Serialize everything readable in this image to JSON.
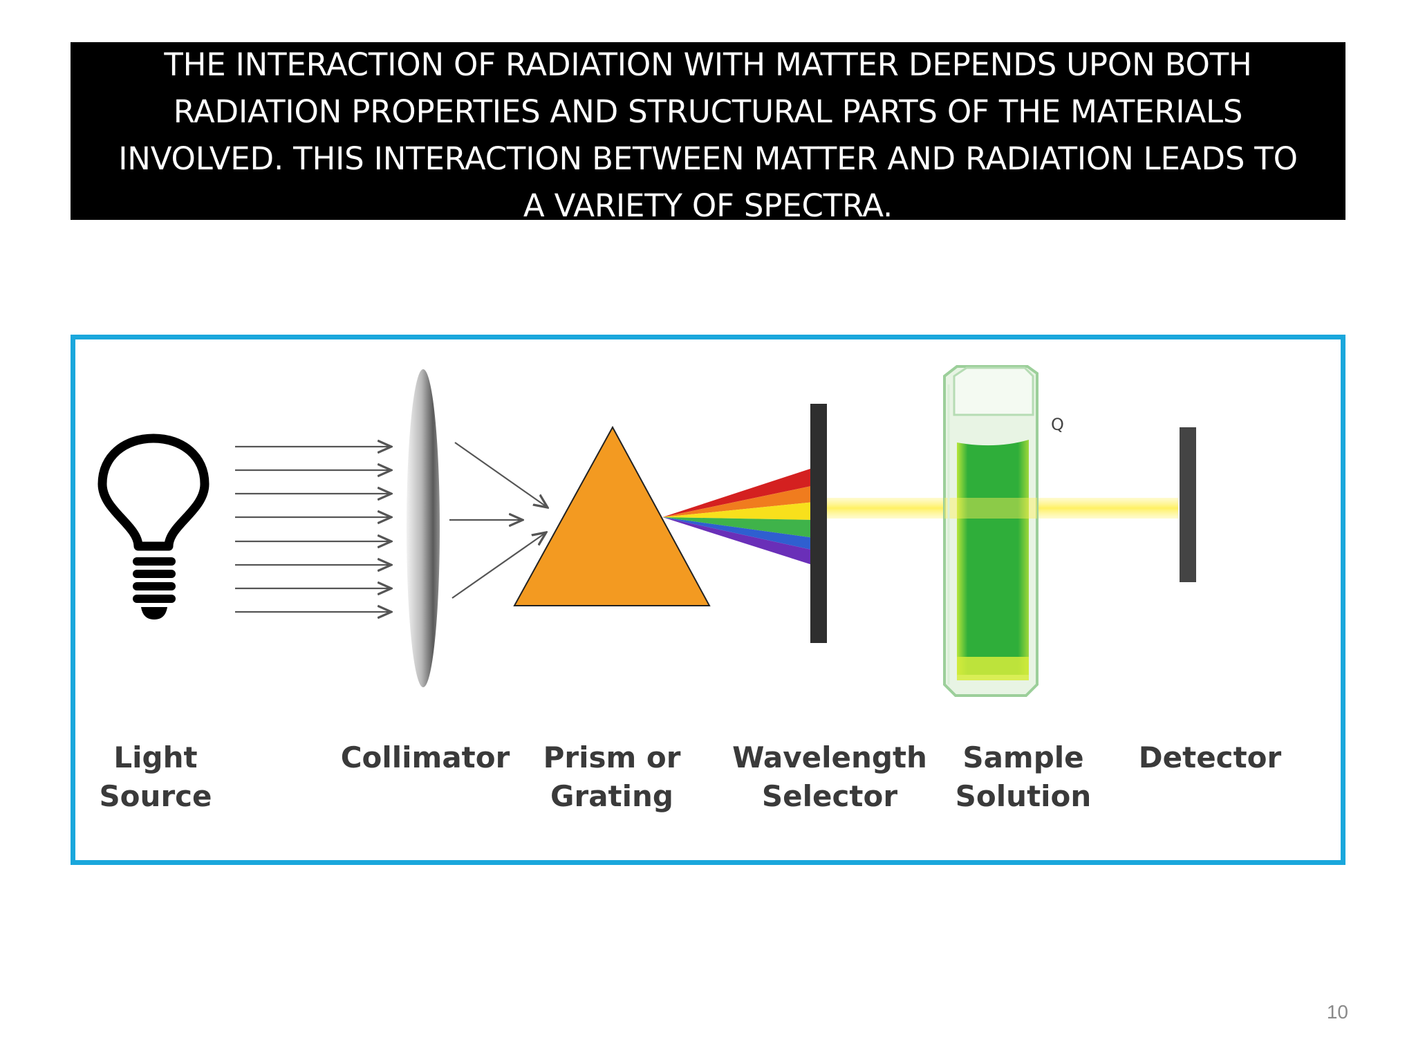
{
  "slide": {
    "title": "THE INTERACTION OF RADIATION WITH MATTER DEPENDS UPON BOTH\nRADIATION PROPERTIES AND STRUCTURAL PARTS OF THE MATERIALS\nINVOLVED. THIS INTERACTION BETWEEN MATTER AND RADIATION LEADS TO\nA VARIETY OF SPECTRA.",
    "page_number": "10"
  },
  "diagram": {
    "stages": [
      {
        "label": "Light\nSource",
        "icon": "light-bulb-icon"
      },
      {
        "label": "Collimator",
        "icon": "lens-icon"
      },
      {
        "label": "Prism or\nGrating",
        "icon": "prism-icon"
      },
      {
        "label": "Wavelength\nSelector",
        "icon": "slit-icon"
      },
      {
        "label": "Sample\nSolution",
        "icon": "cuvette-icon"
      },
      {
        "label": "Detector",
        "icon": "detector-icon"
      }
    ],
    "cuvette_mark": "Q",
    "colors": {
      "frame": "#1aa7dc",
      "prism": "#f39a21",
      "beam": "#fff27a",
      "solution": "#2fb33b",
      "spectrum": [
        "#d42020",
        "#f07c1e",
        "#f8e01c",
        "#3fb34a",
        "#2f5fd0",
        "#6a2fb8"
      ]
    }
  }
}
